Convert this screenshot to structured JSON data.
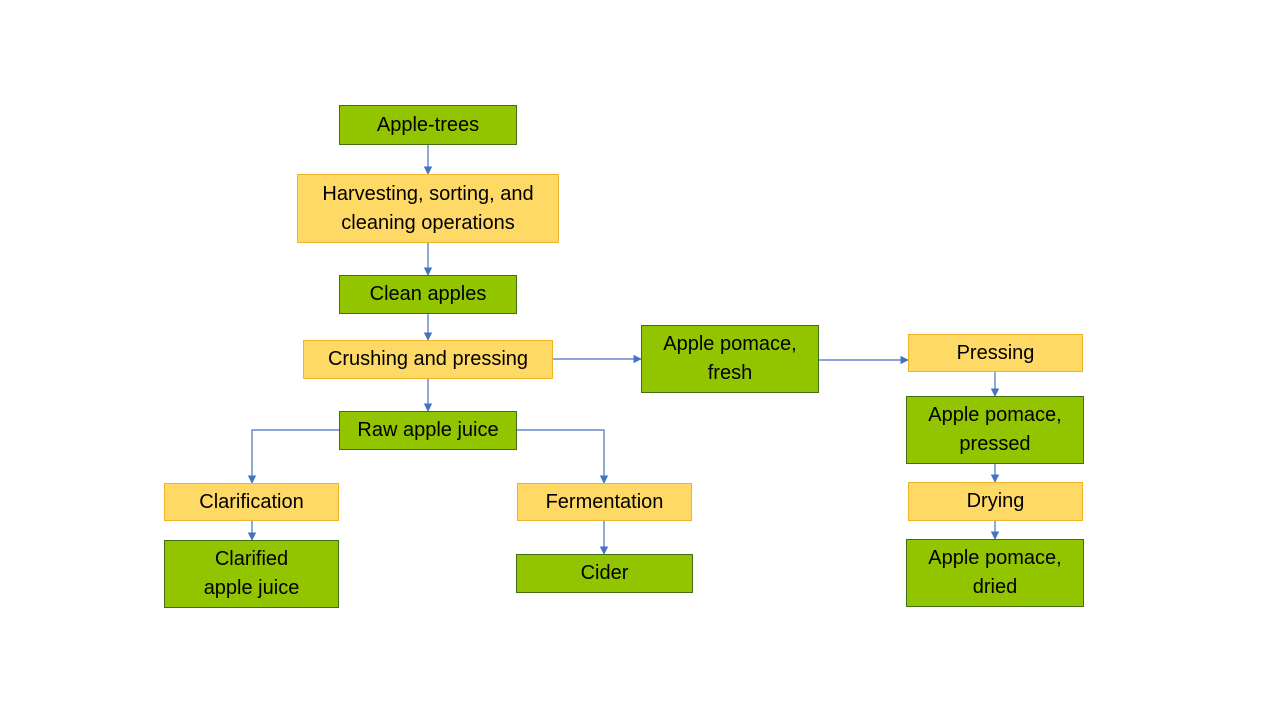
{
  "colors": {
    "product_fill": "#92c500",
    "process_fill": "#ffd966",
    "connector": "#4472c4"
  },
  "nodes": {
    "apple_trees": "Apple-trees",
    "harvesting": "Harvesting, sorting, and\ncleaning operations",
    "clean_apples": "Clean apples",
    "crushing": "Crushing and pressing",
    "raw_juice": "Raw apple juice",
    "clarification": "Clarification",
    "clarified_juice": "Clarified\napple juice",
    "fermentation": "Fermentation",
    "cider": "Cider",
    "pomace_fresh": "Apple pomace,\nfresh",
    "pressing": "Pressing",
    "pomace_pressed": "Apple pomace,\npressed",
    "drying": "Drying",
    "pomace_dried": "Apple pomace,\ndried"
  }
}
